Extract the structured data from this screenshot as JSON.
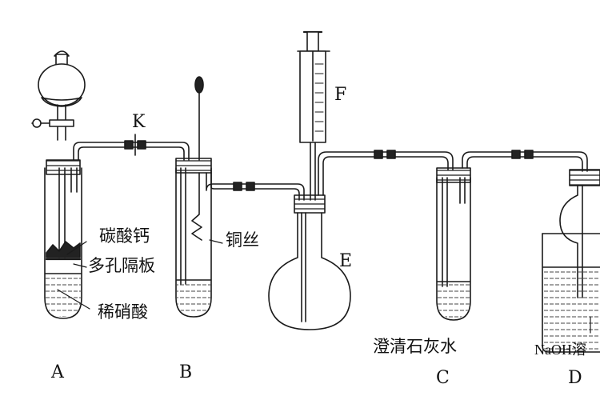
{
  "labels": {
    "A": "A",
    "B": "B",
    "C": "C",
    "D": "D",
    "E": "E",
    "F": "F",
    "K": "K",
    "calcium_carbonate": "碳酸钙",
    "porous_plate": "多孔隔板",
    "dilute_nitric_acid": "稀硝酸",
    "copper_wire": "铜丝",
    "clear_limewater": "澄清石灰水",
    "naoh": "NaOH溶"
  },
  "colors": {
    "ink": "#1a1a1a",
    "liquid": "#333333",
    "background": "#ffffff"
  }
}
